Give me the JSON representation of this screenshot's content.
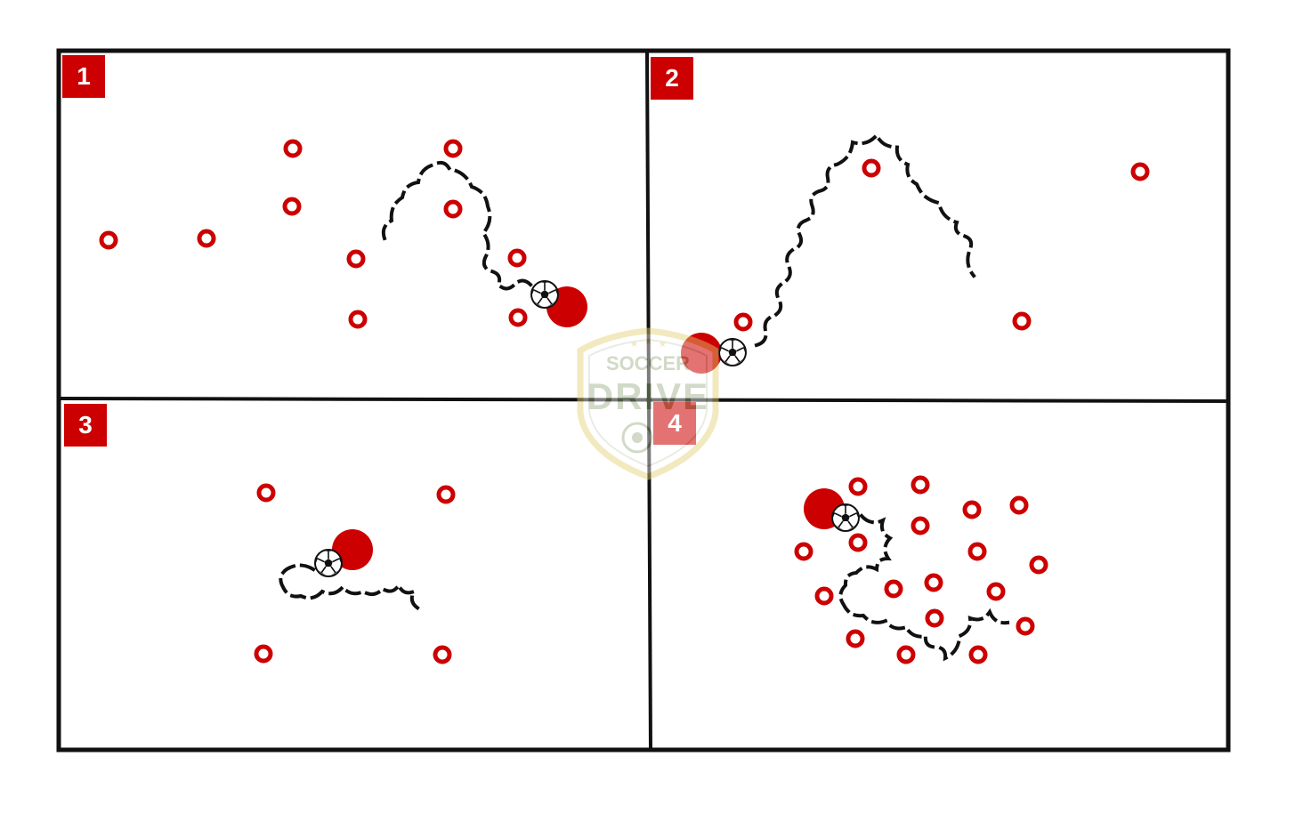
{
  "quadrants": [
    {
      "label": "1"
    },
    {
      "label": "2"
    },
    {
      "label": "3"
    },
    {
      "label": "4"
    }
  ],
  "watermark": {
    "line1": "SOCCER",
    "line2": "DRIVE"
  },
  "colors": {
    "cone": "#cc0000",
    "player": "#cc0000",
    "badge": "#cc0000",
    "dribble_path": "#111111",
    "field_line": "#111111",
    "watermark": "#9aae86",
    "watermark_outline": "#e3cf73"
  },
  "legend_semantics": {
    "cone": "red ring cone marker",
    "player": "solid red circle player",
    "ball": "soccer ball",
    "dribble": "wavy black dribble path"
  }
}
